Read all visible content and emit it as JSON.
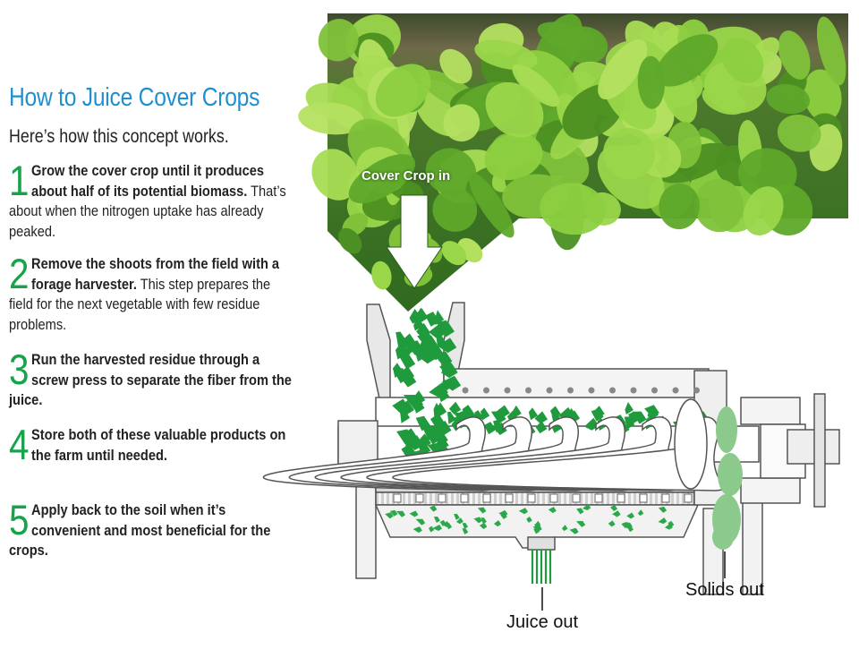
{
  "title": "How to Juice Cover Crops",
  "subtitle": "Here’s how this concept works.",
  "steps": [
    {
      "num": "1",
      "bold": "Grow the cover crop until it produces about half of its potential biomass.",
      "rest": " That’s about when the nitrogen uptake has already peaked."
    },
    {
      "num": "2",
      "bold": "Remove the shoots from the field with a forage harvester.",
      "rest": " This step prepares the field for the next vegetable with few residue problems."
    },
    {
      "num": "3",
      "bold": "Run the harvested residue through a screw press to separate the fiber from the juice.",
      "rest": ""
    },
    {
      "num": "4",
      "bold": "Store both of these valuable products on the farm until needed.",
      "rest": ""
    },
    {
      "num": "5",
      "bold": "Apply back to the soil when it’s convenient and most beneficial for the crops.",
      "rest": ""
    }
  ],
  "diagram": {
    "cover_crop_in": "Cover Crop in",
    "juice_out": "Juice out",
    "solids_out": "Solids out"
  },
  "colors": {
    "title_blue": "#1f8fd0",
    "step_number_green": "#17a34a",
    "leaf_green": "#1f9a3c",
    "solids_green": "#7ec07e"
  }
}
